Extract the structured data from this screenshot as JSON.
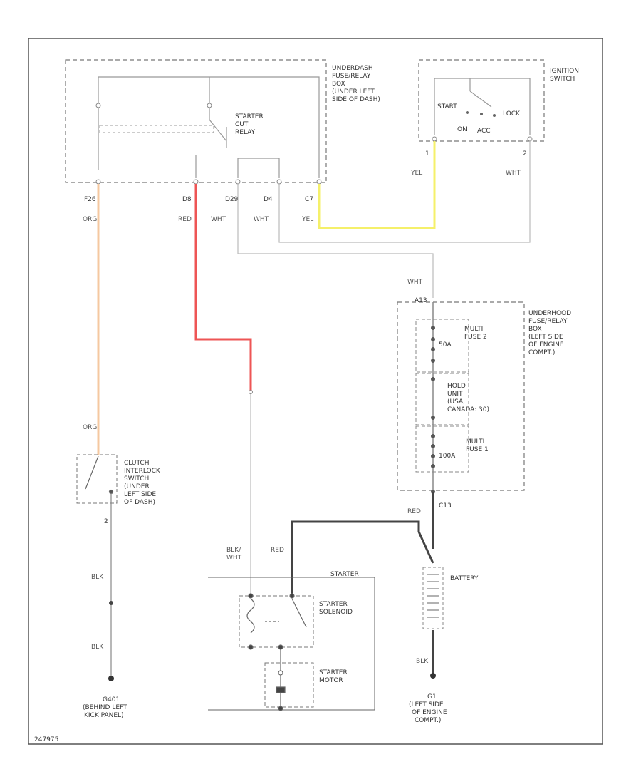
{
  "diagram": {
    "code": "247975",
    "colors": {
      "frame": "#555555",
      "dashed_box": "#777777",
      "wire_default": "#bbbbbb",
      "wire_orange": "#f5c8a0",
      "wire_red": "#ee5555",
      "wire_yellow": "#f5f06a",
      "wire_black": "#333333"
    },
    "fuse_box_under_dash": {
      "label": [
        "UNDERDASH",
        "FUSE/RELAY",
        "BOX",
        "(UNDER LEFT",
        "SIDE OF DASH)"
      ],
      "relay_label": [
        "STARTER",
        "CUT",
        "RELAY"
      ],
      "terminals": [
        "F26",
        "D8",
        "D29",
        "D4",
        "C7"
      ]
    },
    "ignition_switch": {
      "label": [
        "IGNITION",
        "SWITCH"
      ],
      "positions": [
        "START",
        "LOCK",
        "ON",
        "ACC"
      ],
      "pins": [
        "1",
        "2"
      ],
      "wire_colors": [
        "YEL",
        "WHT"
      ]
    },
    "wire_colors_top": [
      "ORG",
      "RED",
      "WHT",
      "WHT",
      "YEL"
    ],
    "wht_label": "WHT",
    "under_hood_box": {
      "label": [
        "UNDERHOOD",
        "FUSE/RELAY",
        "BOX",
        "(LEFT SIDE",
        "OF ENGINE",
        "COMPT.)"
      ],
      "pin_top": "A13",
      "pin_bottom": "C13",
      "fuse2_rating": "50A",
      "fuse2_label": [
        "MULTI",
        "FUSE 2"
      ],
      "fuse1_rating": "100A",
      "fuse1_label": [
        "MULTI",
        "FUSE 1"
      ],
      "middle_label": [
        "HOLD",
        "UNIT",
        "(USA,",
        "CANADA: 30)"
      ]
    },
    "clutch_switch": {
      "label": [
        "CLUTCH",
        "INTERLOCK",
        "SWITCH",
        "(UNDER",
        "LEFT SIDE",
        "OF DASH)"
      ],
      "wire_top": "ORG",
      "pin": "2",
      "wire_bottom": [
        "BLK",
        "BLK"
      ],
      "ground": [
        "G401",
        "(BEHIND LEFT",
        "KICK PANEL)"
      ]
    },
    "starter": {
      "section_label": "STARTER",
      "solenoid_label": [
        "STARTER",
        "SOLENOID"
      ],
      "motor_label": [
        "STARTER",
        "MOTOR"
      ],
      "wire_left": [
        "BLK/",
        "WHT"
      ],
      "wire_right": "RED"
    },
    "battery": {
      "label": "BATTERY",
      "wire_top": "RED",
      "wire_bottom": "BLK",
      "ground": [
        "G1",
        "(LEFT SIDE",
        "OF ENGINE",
        "COMPT.)"
      ]
    }
  }
}
